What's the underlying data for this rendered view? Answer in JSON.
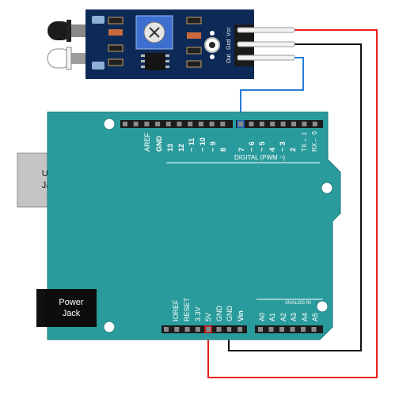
{
  "sensor": {
    "pin_labels": [
      "Vcc",
      "Gnd",
      "Out"
    ]
  },
  "board": {
    "usb_label_line1": "USB",
    "usb_label_line2": "Jack",
    "power_label_line1": "Power",
    "power_label_line2": "Jack",
    "digital_header_labels": [
      "AREF",
      "GND",
      "13",
      "12",
      "~ 11",
      "~ 10",
      "~ 9",
      "8",
      "7",
      "~ 6",
      "~ 5",
      "4",
      "~ 3",
      "2",
      "TX→ 1",
      "RX← 0"
    ],
    "digital_caption": "DIGITAL  (PWM ~)",
    "power_header_labels": [
      "IOREF",
      "RESET",
      "3.3V",
      "5V",
      "GND",
      "GND",
      "Vin"
    ],
    "analog_caption": "ANALOG IN",
    "analog_header_labels": [
      "A0",
      "A1",
      "A2",
      "A3",
      "A4",
      "A5"
    ]
  },
  "colors": {
    "board": "#2a9b9c",
    "board_edge": "#1f7a7b",
    "module": "#0d2a57",
    "vcc_wire": "#e8201c",
    "gnd_wire": "#111111",
    "signal_wire": "#2a7bd8"
  }
}
